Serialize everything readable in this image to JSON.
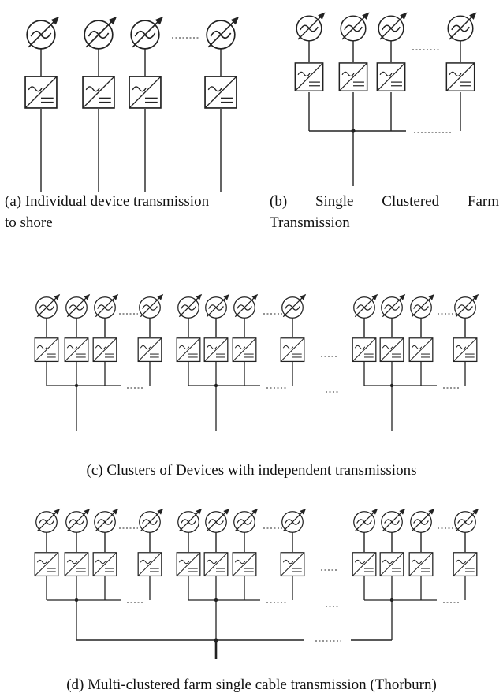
{
  "panels": [
    {
      "id": "a",
      "caption_lines": [
        "(a) Individual device transmission",
        "to shore"
      ]
    },
    {
      "id": "b",
      "caption_words": [
        "(b)",
        "Single",
        "Clustered",
        "Farm"
      ],
      "caption_line2": "Transmission"
    },
    {
      "id": "c",
      "caption": "(c) Clusters of Devices with independent transmissions"
    },
    {
      "id": "d",
      "caption": "(d) Multi-clustered farm single cable transmission (Thorburn)"
    }
  ],
  "symbols": {
    "generator": "ac-generator-variable-icon",
    "converter": "ac-dc-converter-icon"
  },
  "colors": {
    "line": "#222222",
    "dots": "#555555"
  }
}
